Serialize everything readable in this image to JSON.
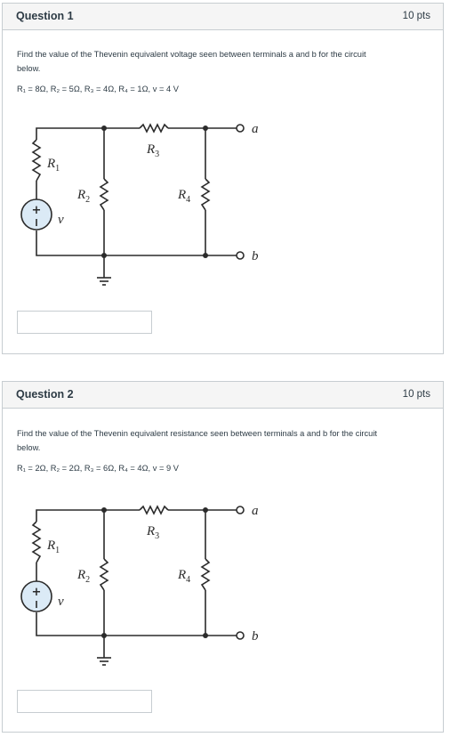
{
  "questions": [
    {
      "title": "Question 1",
      "points": "10 pts",
      "prompt_line1": "Find the value of the Thevenin equivalent voltage seen between terminals a and b for the circuit",
      "prompt_line2": "below.",
      "values": "R₁ = 8Ω, R₂ = 5Ω, R₃ = 4Ω, R₄ = 1Ω, v = 4 V",
      "circuit": {
        "r1": "R",
        "r1_sub": "1",
        "r2": "R",
        "r2_sub": "2",
        "r3": "R",
        "r3_sub": "3",
        "r4": "R",
        "r4_sub": "4",
        "source": "v",
        "terminal_a": "a",
        "terminal_b": "b"
      },
      "answer": ""
    },
    {
      "title": "Question 2",
      "points": "10 pts",
      "prompt_line1": "Find the value of the Thevenin equivalent resistance seen between terminals a and b for the circuit",
      "prompt_line2": "below.",
      "values": "R₁ = 2Ω, R₂ = 2Ω, R₃ = 6Ω, R₄ = 4Ω, v = 9 V",
      "circuit": {
        "r1": "R",
        "r1_sub": "1",
        "r2": "R",
        "r2_sub": "2",
        "r3": "R",
        "r3_sub": "3",
        "r4": "R",
        "r4_sub": "4",
        "source": "v",
        "terminal_a": "a",
        "terminal_b": "b"
      },
      "answer": ""
    }
  ]
}
